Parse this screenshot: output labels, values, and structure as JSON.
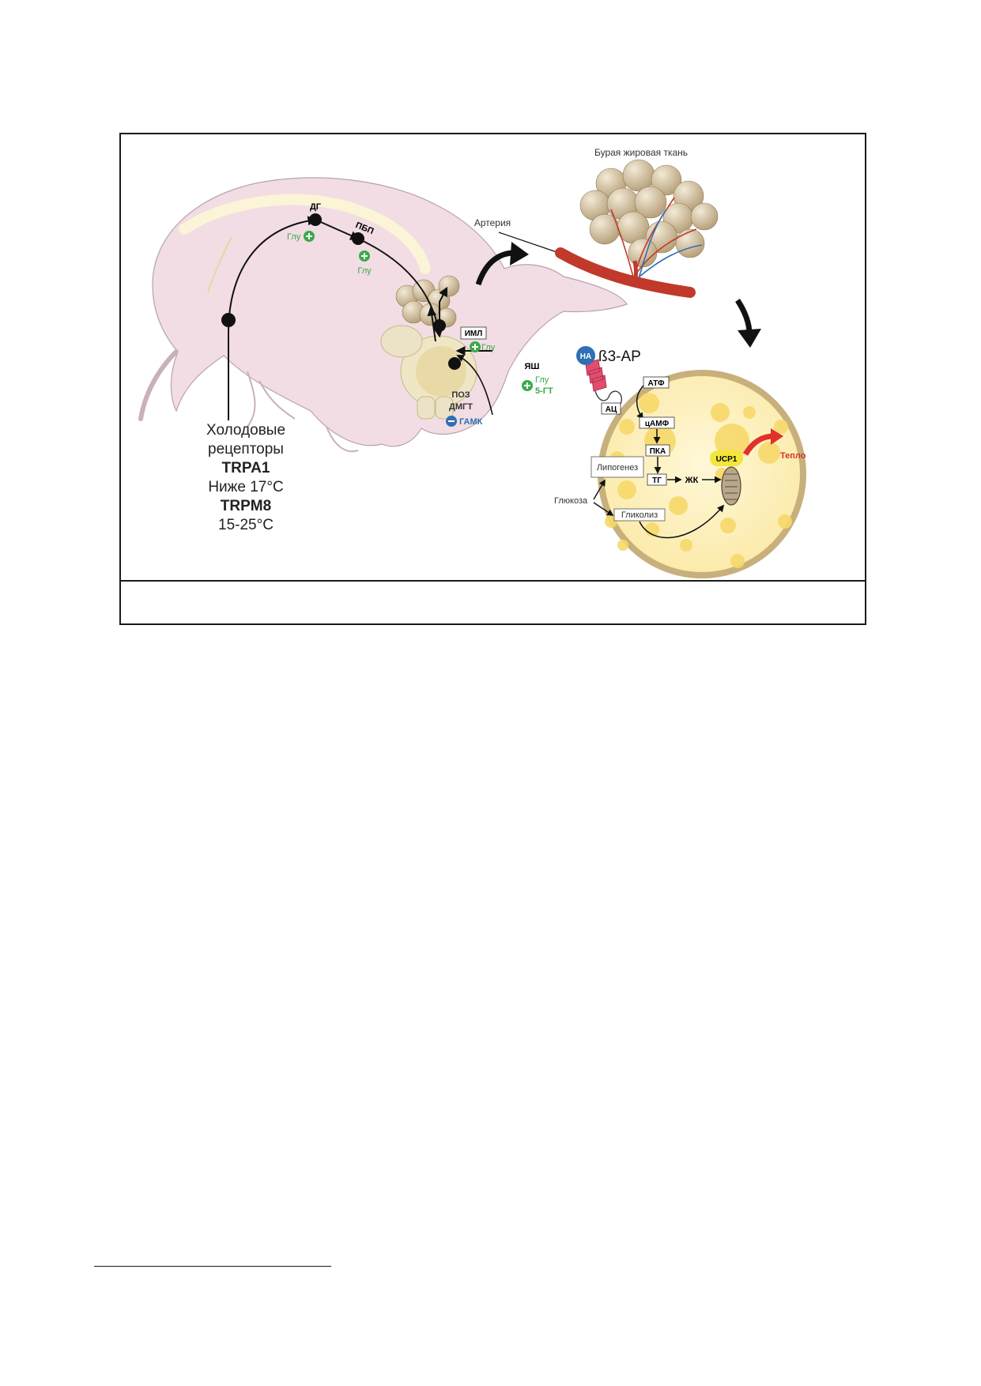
{
  "figure": {
    "top_title": "Бурая жировая ткань",
    "artery": "Артерия",
    "neuron_labels": {
      "dg": "ДГ",
      "pbp": "ПБП",
      "iml": "ИМЛ",
      "yash": "ЯШ",
      "poz": "ПОЗ",
      "dmgt": "ДМГТ"
    },
    "transmitters": {
      "glu1": "Глу",
      "glu2": "Глу",
      "glu3": "Глу",
      "glu4": "Глу",
      "ht5": "5-ГТ",
      "gaba": "ГАМК"
    },
    "receptors": {
      "line1": "Холодовые",
      "line2": "рецепторы",
      "trpa1": "TRPA1",
      "trpa1_range": "Ниже 17°C",
      "trpm8": "TRPM8",
      "trpm8_range": "15-25°C"
    },
    "cell": {
      "na": "НА",
      "b3ar": "ß3-АР",
      "atp": "АТФ",
      "ac": "АЦ",
      "camp": "цАМФ",
      "pka": "ПКА",
      "tg": "ТГ",
      "fa": "ЖК",
      "ucp1": "UCP1",
      "heat": "Тепло",
      "lipogenesis": "Липогенез",
      "glucose": "Глюкоза",
      "glycolysis": "Гликолиз"
    }
  },
  "caption": ""
}
